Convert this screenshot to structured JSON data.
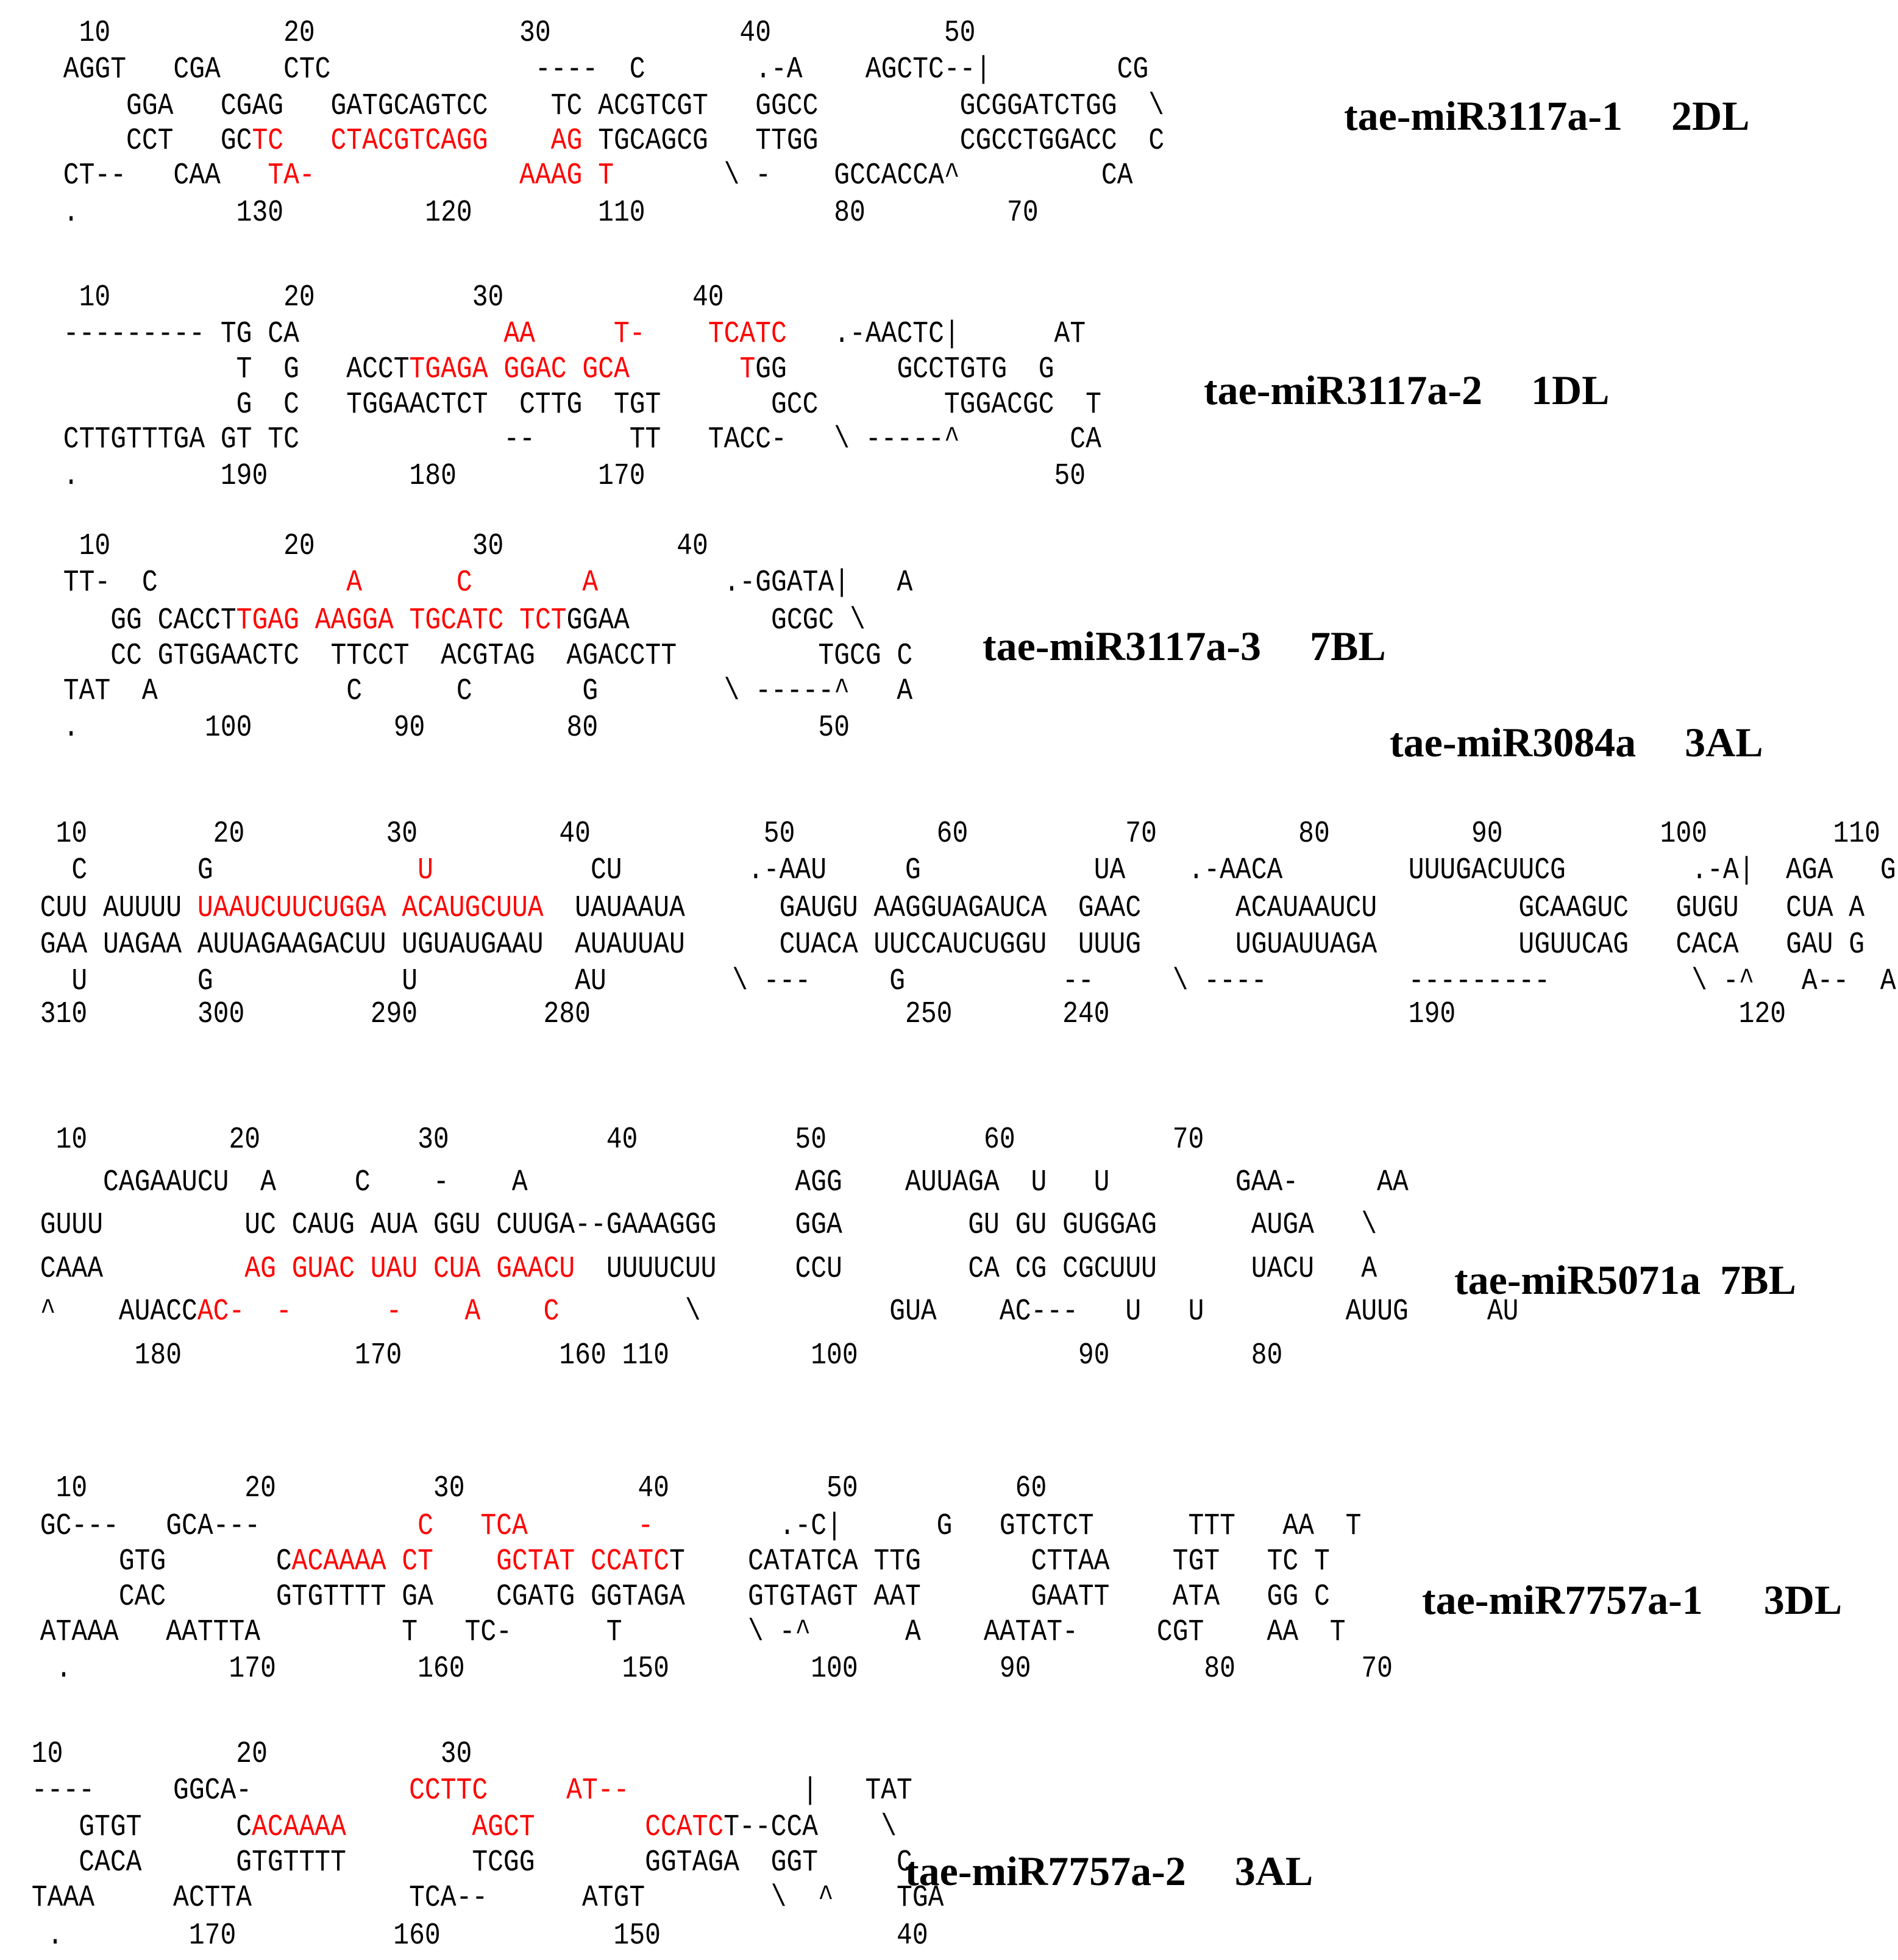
{
  "colors": {
    "text": "#000000",
    "mature_highlight": "#ff0000",
    "background": "#ffffff"
  },
  "hairpins": [
    {
      "label": "tae-miR3117a-1",
      "chromosome": "2DL",
      "lines": [
        [
          {
            "t": "  10           20             30            40           50"
          }
        ],
        [
          {
            "t": " AGGT   CGA    CTC             ----  C       .-A    AGCTC--|        CG"
          }
        ],
        [
          {
            "t": "     GGA   CGAG   GATGCAGTCC    TC ACGTCGT   GGCC         GCGGATCTGG  \\"
          }
        ],
        [
          {
            "t": "     CCT   GC"
          },
          {
            "t": "TC",
            "hl": true
          },
          {
            "t": "   "
          },
          {
            "t": "CTACGTCAGG",
            "hl": true
          },
          {
            "t": "    "
          },
          {
            "t": "AG",
            "hl": true
          },
          {
            "t": " TGCAGCG   TTGG         CGCCTGGACC  C"
          }
        ],
        [
          {
            "t": " CT--   CAA   "
          },
          {
            "t": "TA-",
            "hl": true
          },
          {
            "t": "             "
          },
          {
            "t": "AAAG",
            "hl": true
          },
          {
            "t": " "
          },
          {
            "t": "T",
            "hl": true
          },
          {
            "t": "       \\ -    GCCACCA^         CA"
          }
        ],
        [
          {
            "t": " .          130         120        110            80         70"
          }
        ]
      ]
    },
    {
      "label": "tae-miR3117a-2",
      "chromosome": "1DL",
      "lines": [
        [
          {
            "t": "  10           20          30            40"
          }
        ],
        [
          {
            "t": " --------- TG CA             "
          },
          {
            "t": "AA",
            "hl": true
          },
          {
            "t": "     "
          },
          {
            "t": "T-",
            "hl": true
          },
          {
            "t": "    "
          },
          {
            "t": "TCATC",
            "hl": true
          },
          {
            "t": "   .-AACTC|      AT"
          }
        ],
        [
          {
            "t": "            T  G   ACCT"
          },
          {
            "t": "TGAGA",
            "hl": true
          },
          {
            "t": " "
          },
          {
            "t": "GGAC",
            "hl": true
          },
          {
            "t": " "
          },
          {
            "t": "GCA",
            "hl": true
          },
          {
            "t": "       "
          },
          {
            "t": "T",
            "hl": true
          },
          {
            "t": "GG       GCCTGTG  G"
          }
        ],
        [
          {
            "t": "            G  C   TGGAACTCT  CTTG  TGT       GCC        TGGACGC  T"
          }
        ],
        [
          {
            "t": " CTTGTTTGA GT TC             --      TT   TACC-   \\ -----^       CA"
          }
        ],
        [
          {
            "t": " .         190         180         170                          50"
          }
        ]
      ]
    },
    {
      "label": "tae-miR3117a-3",
      "chromosome": "7BL",
      "lines": [
        [
          {
            "t": "  10           20          30           40"
          }
        ],
        [
          {
            "t": " TT-  C            "
          },
          {
            "t": "A",
            "hl": true
          },
          {
            "t": "      "
          },
          {
            "t": "C",
            "hl": true
          },
          {
            "t": "       "
          },
          {
            "t": "A",
            "hl": true
          },
          {
            "t": "        .-GGATA|   A"
          }
        ],
        [
          {
            "t": "    GG CACCT"
          },
          {
            "t": "TGAG",
            "hl": true
          },
          {
            "t": " "
          },
          {
            "t": "AAGGA",
            "hl": true
          },
          {
            "t": " "
          },
          {
            "t": "TGCATC",
            "hl": true
          },
          {
            "t": " "
          },
          {
            "t": "TCT",
            "hl": true
          },
          {
            "t": "GGAA         GCGC \\"
          }
        ],
        [
          {
            "t": "    CC GTGGAACTC  TTCCT  ACGTAG  AGACCTT         TGCG C"
          }
        ],
        [
          {
            "t": " TAT  A            C      C       G        \\ -----^   A"
          }
        ],
        [
          {
            "t": " .        100         90         80              50"
          }
        ]
      ]
    },
    {
      "label": "tae-miR3084a",
      "chromosome": "3AL",
      "lines": [
        [
          {
            "t": "  10        20         30         40           50         60          70         80         90          100        110"
          }
        ],
        [
          {
            "t": "   C       G             "
          },
          {
            "t": "U",
            "hl": true
          },
          {
            "t": "          CU        .-AAU     G           UA    .-AACA        UUUGACUUCG        .-A|  AGA   G"
          }
        ],
        [
          {
            "t": " CUU AUUUU "
          },
          {
            "t": "UAAUCUUCUGGA",
            "hl": true
          },
          {
            "t": " "
          },
          {
            "t": "ACAUGCUUA",
            "hl": true
          },
          {
            "t": "  UAUAAUA      GAUGU AAGGUAGAUCA  GAAC      ACAUAAUCU         GCAAGUC   GUGU   CUA A"
          }
        ],
        [
          {
            "t": " GAA UAGAA AUUAGAAGACUU UGUAUGAAU  AUAUUAU      CUACA UUCCAUCUGGU  UUUG      UGUAUUAGA         UGUUCAG   CACA   GAU G"
          }
        ],
        [
          {
            "t": "   U       G            U          AU        \\ ---     G          --     \\ ----         ---------         \\ -^   A--  A"
          }
        ],
        [
          {
            "t": " 310       300        290        280                    250       240                   190                  120"
          }
        ]
      ]
    },
    {
      "label": "tae-miR5071a",
      "chromosome": "7BL",
      "lines": [
        [
          {
            "t": "  10         20          30          40          50          60          70"
          }
        ],
        [
          {
            "t": "     CAGAAUCU  A     C    -    A                 AGG    AUUAGA  U   U        GAA-     AA"
          }
        ],
        [
          {
            "t": " GUUU         UC CAUG AUA GGU CUUGA--GAAAGGG     GGA        GU GU GUGGAG      AUGA   \\"
          }
        ],
        [
          {
            "t": " CAAA         "
          },
          {
            "t": "AG",
            "hl": true
          },
          {
            "t": " "
          },
          {
            "t": "GUAC",
            "hl": true
          },
          {
            "t": " "
          },
          {
            "t": "UAU",
            "hl": true
          },
          {
            "t": " "
          },
          {
            "t": "CUA",
            "hl": true
          },
          {
            "t": " "
          },
          {
            "t": "GAACU",
            "hl": true
          },
          {
            "t": "  UUUUCUU     CCU        CA CG CGCUUU      UACU   A"
          }
        ],
        [
          {
            "t": " ^    AUACC"
          },
          {
            "t": "AC-",
            "hl": true
          },
          {
            "t": "  "
          },
          {
            "t": "-",
            "hl": true
          },
          {
            "t": "      "
          },
          {
            "t": "-",
            "hl": true
          },
          {
            "t": "    "
          },
          {
            "t": "A",
            "hl": true
          },
          {
            "t": "    "
          },
          {
            "t": "C",
            "hl": true
          },
          {
            "t": "        \\            GUA    AC---   U   U         AUUG     AU"
          }
        ],
        [
          {
            "t": "       180           170          160 110         100              90         80"
          }
        ]
      ]
    },
    {
      "label": "tae-miR7757a-1",
      "chromosome": "3DL",
      "lines": [
        [
          {
            "t": "  10          20          30           40          50          60"
          }
        ],
        [
          {
            "t": " GC---   GCA---          "
          },
          {
            "t": "C",
            "hl": true
          },
          {
            "t": "   "
          },
          {
            "t": "TCA",
            "hl": true
          },
          {
            "t": "       "
          },
          {
            "t": "-",
            "hl": true
          },
          {
            "t": "        .-C|      G   GTCTCT      TTT   AA  T"
          }
        ],
        [
          {
            "t": "      GTG       C"
          },
          {
            "t": "ACAAAA",
            "hl": true
          },
          {
            "t": " "
          },
          {
            "t": "CT",
            "hl": true
          },
          {
            "t": "    "
          },
          {
            "t": "GCTAT",
            "hl": true
          },
          {
            "t": " "
          },
          {
            "t": "CCATC",
            "hl": true
          },
          {
            "t": "T    CATATCA TTG       CTTAA    TGT   TC T"
          }
        ],
        [
          {
            "t": "      CAC       GTGTTTT GA    CGATG GGTAGA    GTGTAGT AAT       GAATT    ATA   GG C"
          }
        ],
        [
          {
            "t": " ATAAA   AATTTA         T   TC-      T        \\ -^      A    AATAT-     CGT    AA  T"
          }
        ],
        [
          {
            "t": "  .          170         160          150         100         90           80        70"
          }
        ]
      ]
    },
    {
      "label": "tae-miR7757a-2",
      "chromosome": "3AL",
      "lines": [
        [
          {
            "t": " 10           20           30"
          }
        ],
        [
          {
            "t": " ----     GGCA-          "
          },
          {
            "t": "CCTTC",
            "hl": true
          },
          {
            "t": "     "
          },
          {
            "t": "AT--",
            "hl": true
          },
          {
            "t": "           |   TAT"
          }
        ],
        [
          {
            "t": "    GTGT      C"
          },
          {
            "t": "ACAAAA",
            "hl": true
          },
          {
            "t": "        "
          },
          {
            "t": "AGCT",
            "hl": true
          },
          {
            "t": "       "
          },
          {
            "t": "CCATC",
            "hl": true
          },
          {
            "t": "T--CCA    \\"
          }
        ],
        [
          {
            "t": "    CACA      GTGTTTT        TCGG       GGTAGA  GGT     C"
          }
        ],
        [
          {
            "t": " TAAA     ACTTA          TCA--      ATGT        \\  ^    TGA"
          }
        ],
        [
          {
            "t": "  .        170          160           150               40"
          }
        ]
      ]
    }
  ]
}
